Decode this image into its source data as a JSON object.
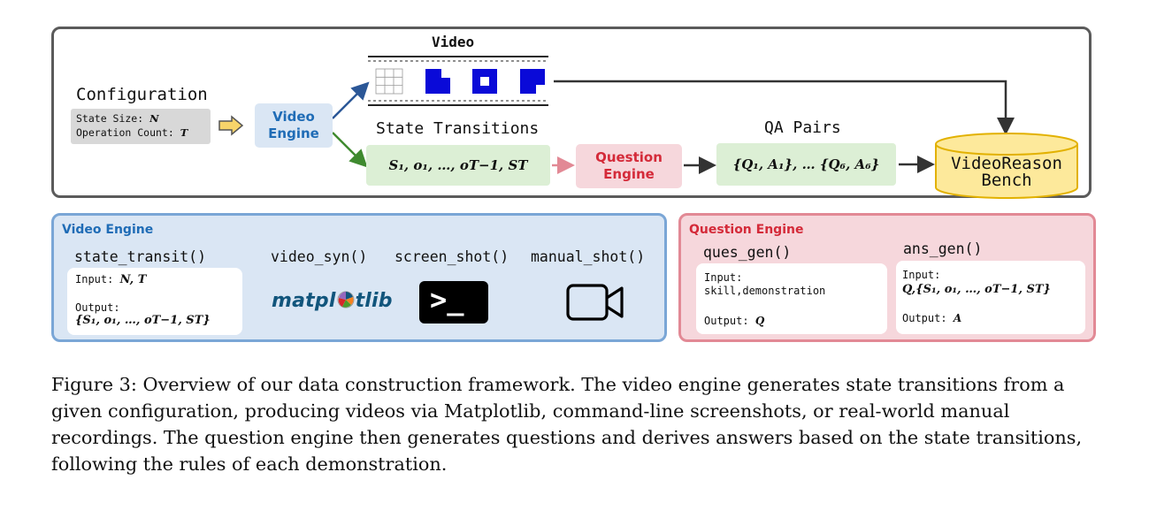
{
  "overview": {
    "configuration": {
      "title": "Configuration",
      "state_size_label": "State Size:",
      "state_size_symbol": "N",
      "operation_count_label": "Operation Count:",
      "operation_count_symbol": "T"
    },
    "video_engine_node": {
      "line1": "Video",
      "line2": "Engine"
    },
    "video_title": "Video",
    "state_transitions": {
      "title": "State Transitions",
      "formula": "S₁, o₁, …, oT−1, ST"
    },
    "question_engine_node": {
      "line1": "Question",
      "line2": "Engine"
    },
    "qa_pairs": {
      "title": "QA Pairs",
      "formula": "{Q₁, A₁}, … {Q₆, A₆}"
    },
    "bench": {
      "line1": "VideoReason",
      "line2": "Bench"
    }
  },
  "video_engine_panel": {
    "title": "Video Engine",
    "functions": {
      "state_transit": "state_transit()",
      "video_syn": "video_syn()",
      "screen_shot": "screen_shot()",
      "manual_shot": "manual_shot()"
    },
    "state_card": {
      "input_label": "Input:",
      "input_value": "N, T",
      "output_label": "Output:",
      "output_value": "{S₁, o₁, …, oT−1, ST}"
    },
    "matplotlib_logo": {
      "left": "matpl",
      "right": "tlib"
    },
    "terminal_prompt": ">_"
  },
  "question_engine_panel": {
    "title": "Question Engine",
    "functions": {
      "ques_gen": "ques_gen()",
      "ans_gen": "ans_gen()"
    },
    "ques_card": {
      "input_label": "Input:",
      "input_value": "skill,demonstration",
      "output_label": "Output:",
      "output_value": "Q"
    },
    "ans_card": {
      "input_label": "Input:",
      "input_value": "Q,{S₁, o₁, …, oT−1, ST}",
      "output_label": "Output:",
      "output_value": "A"
    }
  },
  "caption": "Figure 3: Overview of our data construction framework. The video engine generates state transitions from a given configuration, producing videos via Matplotlib, command-line screenshots, or real-world manual recordings. The question engine then generates questions and derives answers based on the state transitions, following the rules of each demonstration.",
  "colors": {
    "frame": "#5b5b5b",
    "video_engine_blue": "#1f6cb6",
    "video_engine_fill": "#dae6f4",
    "question_engine_red": "#d42a39",
    "question_engine_fill": "#f6d7dc",
    "green_fill": "#dcefd5",
    "bench_fill": "#fde99b",
    "grid_blue": "#0a0ad8"
  }
}
